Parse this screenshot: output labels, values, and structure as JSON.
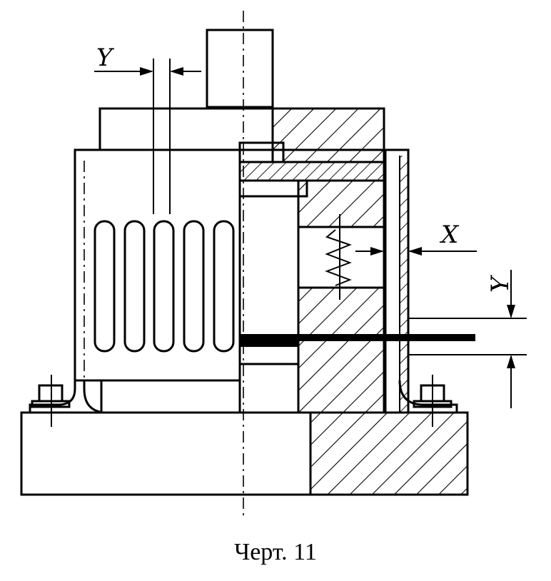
{
  "caption": "Черт. 11",
  "labels": {
    "x": "X",
    "y_top": "Y",
    "y_right": "Y"
  },
  "colors": {
    "line": "#000000",
    "background": "#ffffff"
  }
}
